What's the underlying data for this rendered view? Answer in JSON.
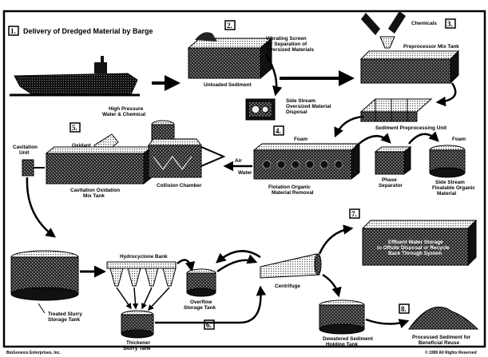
{
  "title": "Delivery of Dredged Material by Barge",
  "steps": {
    "s1": "1.",
    "s2": "2.",
    "s3": "3.",
    "s4": "4.",
    "s5": "5.",
    "s6": "6.",
    "s7": "7.",
    "s8": "8."
  },
  "labels": {
    "vibrating_screen": [
      "Vibrating Screen",
      "for Separation of",
      "Oversized Materials"
    ],
    "unloaded_sediment": "Unloaded Sediment",
    "chemicals": "Chemicals",
    "preprocessor_mix_tank": "Preprocessor Mix Tank",
    "side_stream": [
      "Side Stream",
      "Oversized Material",
      "Disposal"
    ],
    "sediment_preprocessing_unit": "Sediment Preprocessing Unit",
    "high_pressure": [
      "High Pressure",
      "Water & Chemical"
    ],
    "oxidant": "Oxidant",
    "cavitation_unit": [
      "Cavitation",
      "Unit"
    ],
    "foam_1": "Foam",
    "foam_2": "Foam",
    "air": "Air",
    "water": "Water",
    "cavitation_oxidation_tank": [
      "Cavitation Oxidation",
      "Mix Tank"
    ],
    "collision_chamber": "Collision Chamber",
    "flotation_removal": [
      "Flotation Organic",
      "Material Removal"
    ],
    "phase_separator": [
      "Phase",
      "Separator"
    ],
    "side_stream_organic": [
      "Side Stream",
      "Floatable Organic",
      "Material"
    ],
    "hydrocyclone_bank": "Hydrocyclone Bank",
    "overflow_tank": [
      "Overflow",
      "Storage Tank"
    ],
    "centrifuge": "Centrifuge",
    "effluent_storage": [
      "Effluent Water Storage",
      "to Offsite Disposal or Recycle",
      "Back Through System"
    ],
    "treated_slurry_tank": [
      "Treated Slurry",
      "Storage Tank"
    ],
    "thickener_tank": [
      "Thickener",
      "Slurry Tank"
    ],
    "dewatered_tank": [
      "Dewatered Sediment",
      "Holding Tank"
    ],
    "processed_sediment": [
      "Processed Sediment for",
      "Beneficial Reuse"
    ]
  },
  "footer": {
    "left": "BioGenesis Enterprises, Inc.",
    "right": "© 1999 All Rights Reserved"
  }
}
